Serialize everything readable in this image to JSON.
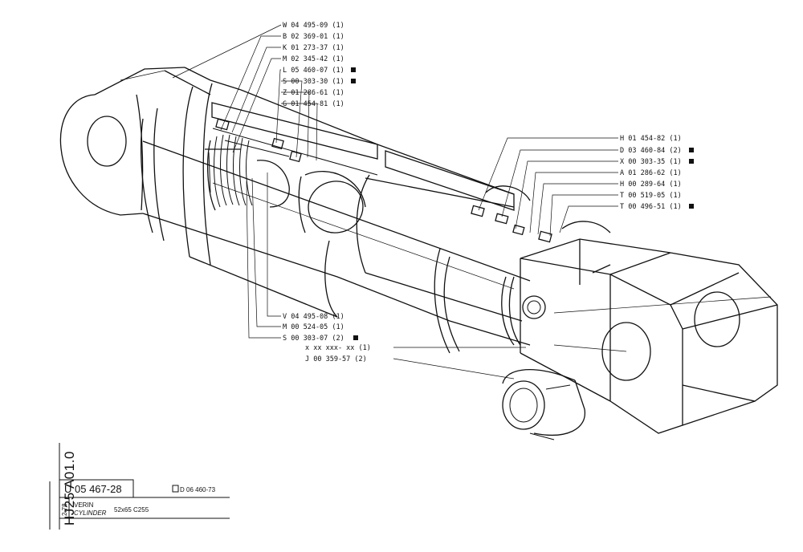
{
  "callouts_top": [
    {
      "code": "W 04 495-09 (1)"
    },
    {
      "code": "B 02 369-01 (1)"
    },
    {
      "code": "K 01 273-37 (1)"
    },
    {
      "code": "M 02 345-42 (1)"
    },
    {
      "code": "L 05 460-07 (1)"
    },
    {
      "code": "S 00 303-30 (1)"
    },
    {
      "code": "Z 01 286-61 (1)"
    },
    {
      "code": "G 01 454-81 (1)"
    }
  ],
  "callouts_right": [
    {
      "code": "H 01 454-82 (1)"
    },
    {
      "code": "D 03 460-84 (2)"
    },
    {
      "code": "X 00 303-35 (1)"
    },
    {
      "code": "A 01 286-62 (1)"
    },
    {
      "code": "H 00 289-64 (1)"
    },
    {
      "code": "T 00 519-05 (1)"
    },
    {
      "code": "T 00 496-51 (1)"
    }
  ],
  "callouts_bottom": [
    {
      "code": "V 04 495-08 (1)"
    },
    {
      "code": "M 00 524-05 (1)"
    },
    {
      "code": "S 00 303-07 (2)"
    },
    {
      "code": "x xx xxx- xx (1)"
    },
    {
      "code": "J 00 359-57 (2)"
    }
  ],
  "title_block": {
    "vertical_code": "HJ25 A01.0",
    "part_number": "U 05 467-28",
    "ref_number": "D 06 460-73",
    "date": "2.78",
    "name_fr": "VERIN",
    "name_en": "CYLINDER",
    "spec": "52x65 C255"
  }
}
